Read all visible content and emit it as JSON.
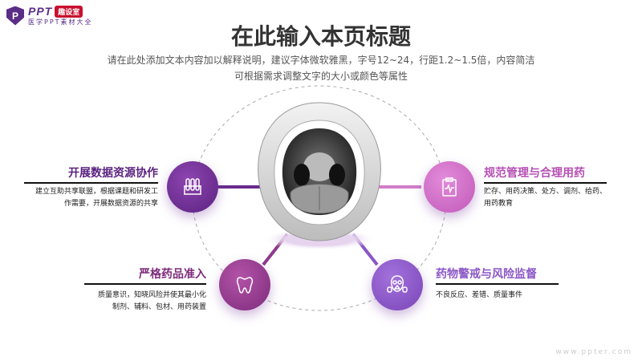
{
  "logo": {
    "mark": "P",
    "brand": "PPT",
    "badge": "趣设室",
    "tagline": "医学PPT素材大全"
  },
  "header": {
    "title": "在此输入本页标题",
    "subtitle_lines": [
      "请在此处添加文本内容加以解释说明，建议字体微软雅黑，字号12~24，行距1.2~1.5倍，内容简洁",
      "可根据需求调整文字的大小或颜色等属性"
    ]
  },
  "items": [
    {
      "title": "开展数据资源协作",
      "desc": [
        "建立互助共享联盟，根据课题和研发工",
        "作需要，开展数据资源的共享"
      ],
      "icon": "test-tubes-icon",
      "color": "#6a2b8c"
    },
    {
      "title": "规范管理与合理用药",
      "desc": [
        "贮存、用药决策、处方、调剂、给药、",
        "用药教育"
      ],
      "icon": "clipboard-pulse-icon",
      "color": "#c65fbf"
    },
    {
      "title": "严格药品准入",
      "desc": [
        "质量意识，知晓风险并使其最小化",
        "制剂、辅料、包材、用药装置"
      ],
      "icon": "tooth-icon",
      "color": "#8e3a8c"
    },
    {
      "title": "药物警戒与风险监督",
      "desc": [
        "不良反应、差错、质量事件"
      ],
      "icon": "gas-mask-icon",
      "color": "#8a55c6"
    }
  ],
  "watermark": "www.ppter.com"
}
